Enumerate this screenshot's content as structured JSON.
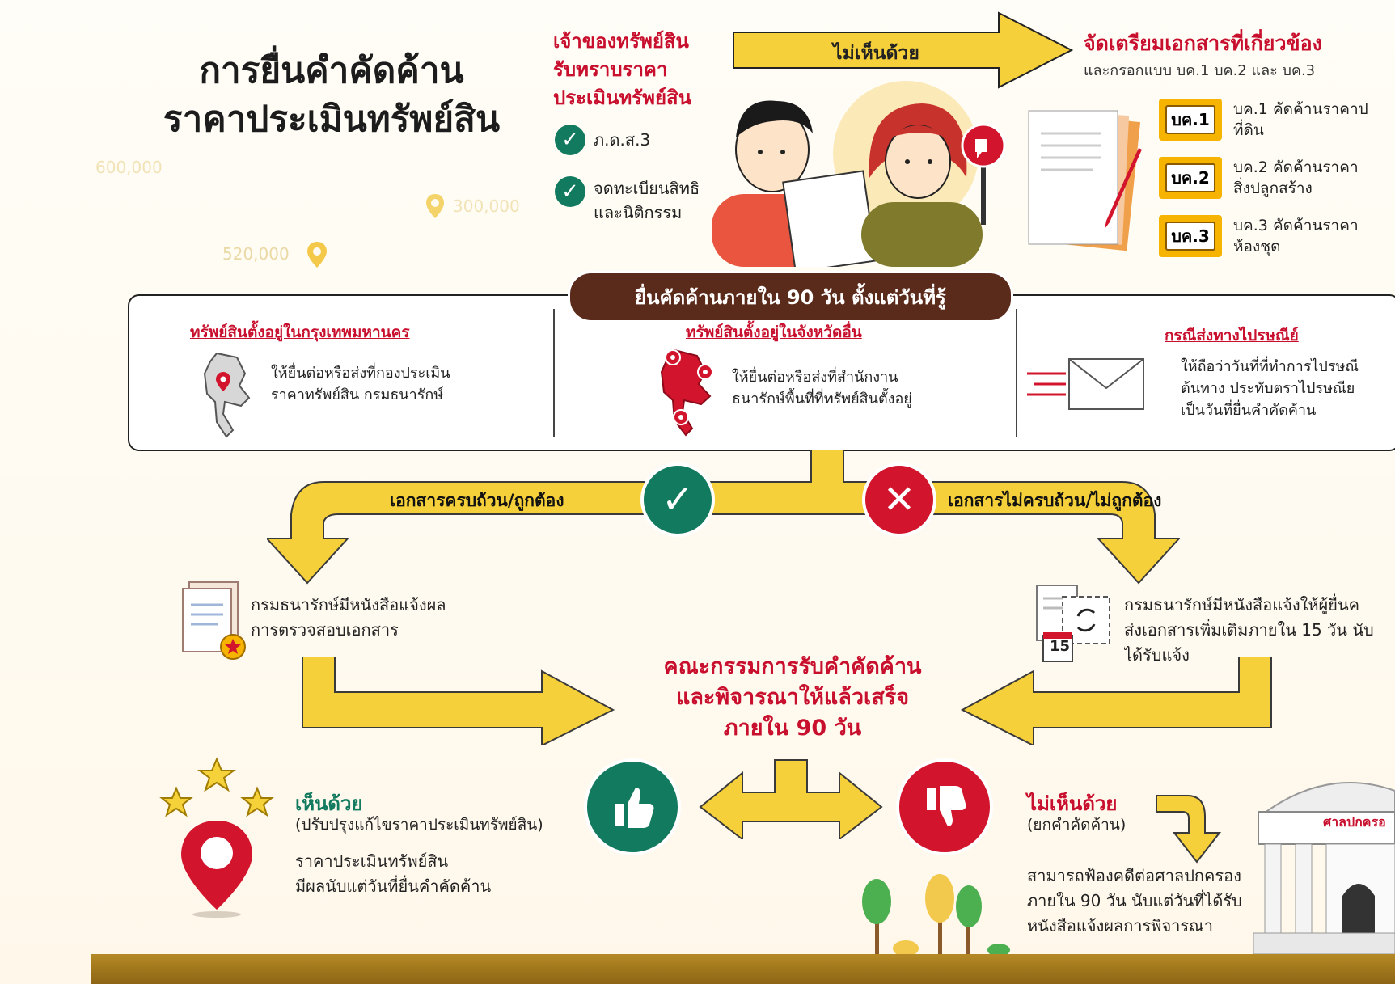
{
  "title": {
    "line1": "การยื่นคำคัดค้าน",
    "line2": "ราคาประเมินทรัพย์สิน"
  },
  "background_values": [
    "600,000",
    "300,000",
    "520,000"
  ],
  "owner": {
    "title_lines": [
      "เจ้าของทรัพย์สิน",
      "รับทราบราคา",
      "ประเมินทรัพย์สิน"
    ],
    "checks": [
      {
        "text": "ภ.ด.ส.3"
      },
      {
        "text_line1": "จดทะเบียนสิทธิ",
        "text_line2": "และนิติกรรม"
      }
    ]
  },
  "top_arrow_label": "ไม่เห็นด้วย",
  "prepare": {
    "title": "จัดเตรียมเอกสารที่เกี่ยวข้อง",
    "subtitle": "และกรอกแบบ บค.1 บค.2 และ บค.3",
    "forms": [
      {
        "label": "บค.1",
        "desc_line1": "บค.1 คัดค้านราคาป",
        "desc_line2": "ที่ดิน"
      },
      {
        "label": "บค.2",
        "desc_line1": "บค.2 คัดค้านราคา",
        "desc_line2": "สิ่งปลูกสร้าง"
      },
      {
        "label": "บค.3",
        "desc_line1": "บค.3 คัดค้านราคา",
        "desc_line2": "ห้องชุด"
      }
    ]
  },
  "deadline_banner": "ยื่นคัดค้านภายใน 90 วัน ตั้งแต่วันที่รู้",
  "filing_options": [
    {
      "title": "ทรัพย์สินตั้งอยู่ในกรุงเทพมหานคร",
      "line1": "ให้ยื่นต่อหรือส่งที่กองประเมิน",
      "line2": "ราคาทรัพย์สิน กรมธนารักษ์"
    },
    {
      "title": "ทรัพย์สินตั้งอยู่ในจังหวัดอื่น",
      "line1": "ให้ยื่นต่อหรือส่งที่สำนักงาน",
      "line2": "ธนารักษ์พื้นที่ที่ทรัพย์สินตั้งอยู่"
    },
    {
      "title": "กรณีส่งทางไปรษณีย์",
      "line1": "ให้ถือว่าวันที่ที่ทำการไปรษณี",
      "line2": "ต้นทาง ประทับตราไปรษณีย",
      "line3": "เป็นวันที่ยื่นคำคัดค้าน"
    }
  ],
  "branch": {
    "complete_label": "เอกสารครบถ้วน/ถูกต้อง",
    "incomplete_label": "เอกสารไม่ครบถ้วน/ไม่ถูกต้อง",
    "complete_result_line1": "กรมธนารักษ์มีหนังสือแจ้งผล",
    "complete_result_line2": "การตรวจสอบเอกสาร",
    "incomplete_result_line1": "กรมธนารักษ์มีหนังสือแจ้งให้ผู้ยื่นค",
    "incomplete_result_line2": "ส่งเอกสารเพิ่มเติมภายใน 15 วัน นับ",
    "incomplete_result_line3": "ได้รับแจ้ง",
    "calendar_day": "15"
  },
  "committee": {
    "line1": "คณะกรรมการรับคำคัดค้าน",
    "line2": "และพิจารณาให้แล้วเสร็จ",
    "line3": "ภายใน 90 วัน"
  },
  "agree": {
    "title": "เห็นด้วย",
    "subtitle": "(ปรับปรุงแก้ไขราคาประเมินทรัพย์สิน)",
    "line1": "ราคาประเมินทรัพย์สิน",
    "line2": "มีผลนับแต่วันที่ยื่นคำคัดค้าน"
  },
  "disagree": {
    "title": "ไม่เห็นด้วย",
    "subtitle": "(ยกคำคัดค้าน)",
    "line1": "สามารถฟ้องคดีต่อศาลปกครอง",
    "line2": "ภายใน 90 วัน นับแต่วันที่ได้รับ",
    "line3": "หนังสือแจ้งผลการพิจารณา"
  },
  "court_sign": "ศาลปกครอ",
  "colors": {
    "accent_red": "#c8102e",
    "accent_green": "#127a5e",
    "arrow_yellow": "#f5d03a",
    "banner_brown": "#5a2a1a"
  },
  "icons": [
    "check-icon",
    "cross-icon",
    "thumbs-up-icon",
    "thumbs-down-icon",
    "location-pin-icon",
    "envelope-icon",
    "document-icon",
    "calendar-icon",
    "star-icon",
    "court-building-icon"
  ]
}
